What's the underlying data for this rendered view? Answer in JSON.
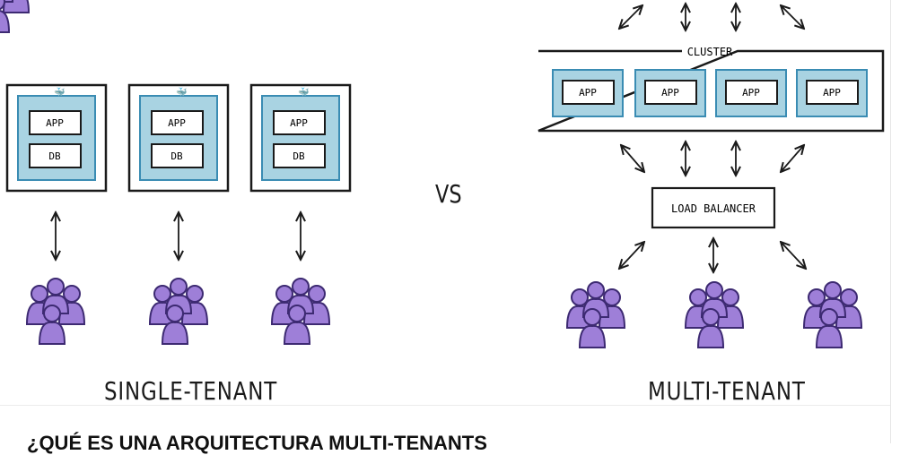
{
  "diagram": {
    "labels": {
      "app": "APP",
      "db": "DB",
      "cluster": "CLUSTER",
      "load_balancer": "LOAD BALANCER",
      "vs": "VS",
      "single": "SINGLE-TENANT",
      "multi": "MULTI-TENANT"
    },
    "heading": "¿QUÉ ES UNA ARQUITECTURA MULTI-TENANTS",
    "colors": {
      "container_fill": "#a9d3e2",
      "container_stroke": "#3a8cb3",
      "user_fill": "#9e7fd8",
      "user_stroke": "#3d2a72",
      "ink": "#1a1a1a"
    }
  }
}
